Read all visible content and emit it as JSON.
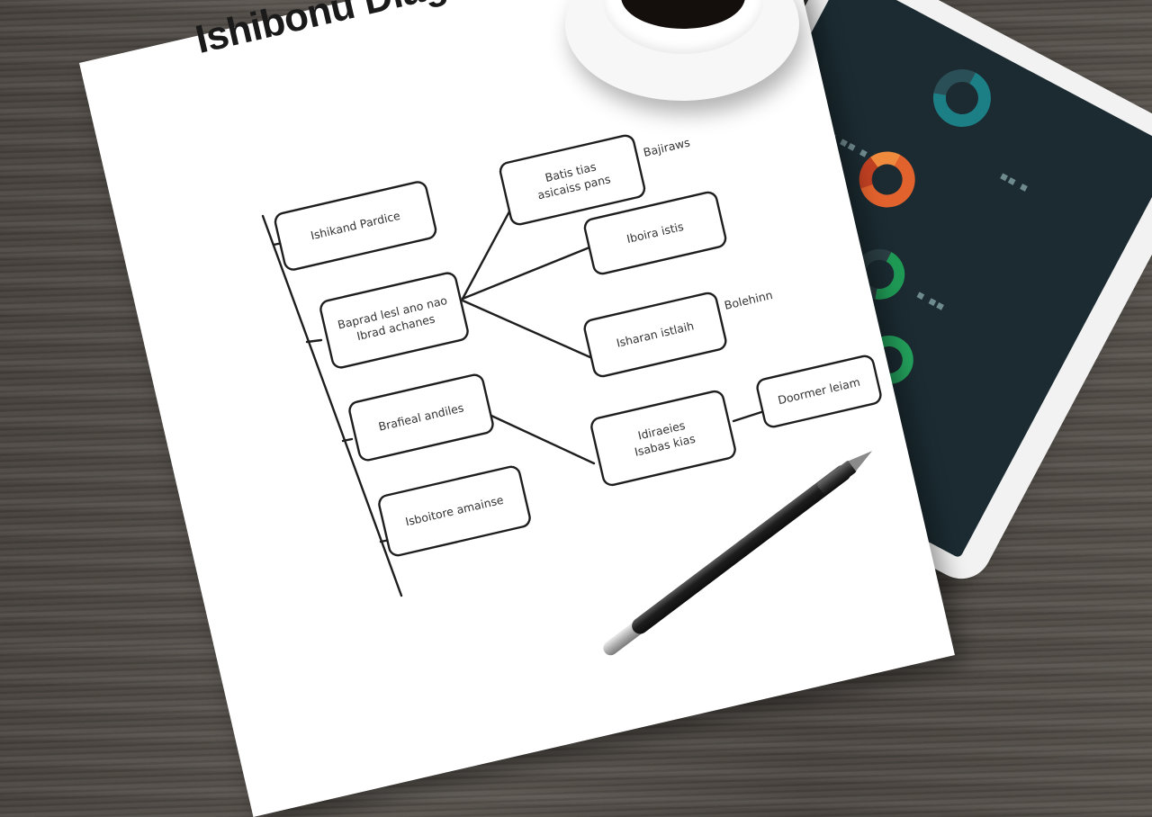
{
  "title": "Ishibonu Diagram",
  "nodes": [
    {
      "id": "n1",
      "lines": [
        "Ishikand  Pardice"
      ]
    },
    {
      "id": "n2",
      "lines": [
        "Baprad  lesl  ano  nao",
        "Ibrad achanes"
      ]
    },
    {
      "id": "n3",
      "lines": [
        "Brafieal  andiles"
      ]
    },
    {
      "id": "n4",
      "lines": [
        "Isboitore  amainse"
      ]
    },
    {
      "id": "n5",
      "lines": [
        "Batis  tias",
        "asicaiss  pans"
      ]
    },
    {
      "id": "n6",
      "lines": [
        "Iboira  istis"
      ]
    },
    {
      "id": "n7",
      "lines": [
        "Isharan  istlaih"
      ]
    },
    {
      "id": "n8",
      "lines": [
        "Idiraeies",
        "Isabas  kias"
      ]
    },
    {
      "id": "n9",
      "lines": [
        "Doormer  leiam"
      ]
    }
  ],
  "annotations": [
    "Bajiraws",
    "Bolehinn"
  ],
  "objects": {
    "coffee": "coffee-cup",
    "tablet": "tablet-dashboard",
    "pen": "pen"
  },
  "colors": {
    "paper": "#ffffff",
    "ink": "#1e1e1e",
    "table": "#4f4a45",
    "tablet_screen": "#1b2b31",
    "accent_orange": "#e2622e",
    "accent_green": "#1f9a55",
    "accent_teal": "#1d7f86"
  }
}
